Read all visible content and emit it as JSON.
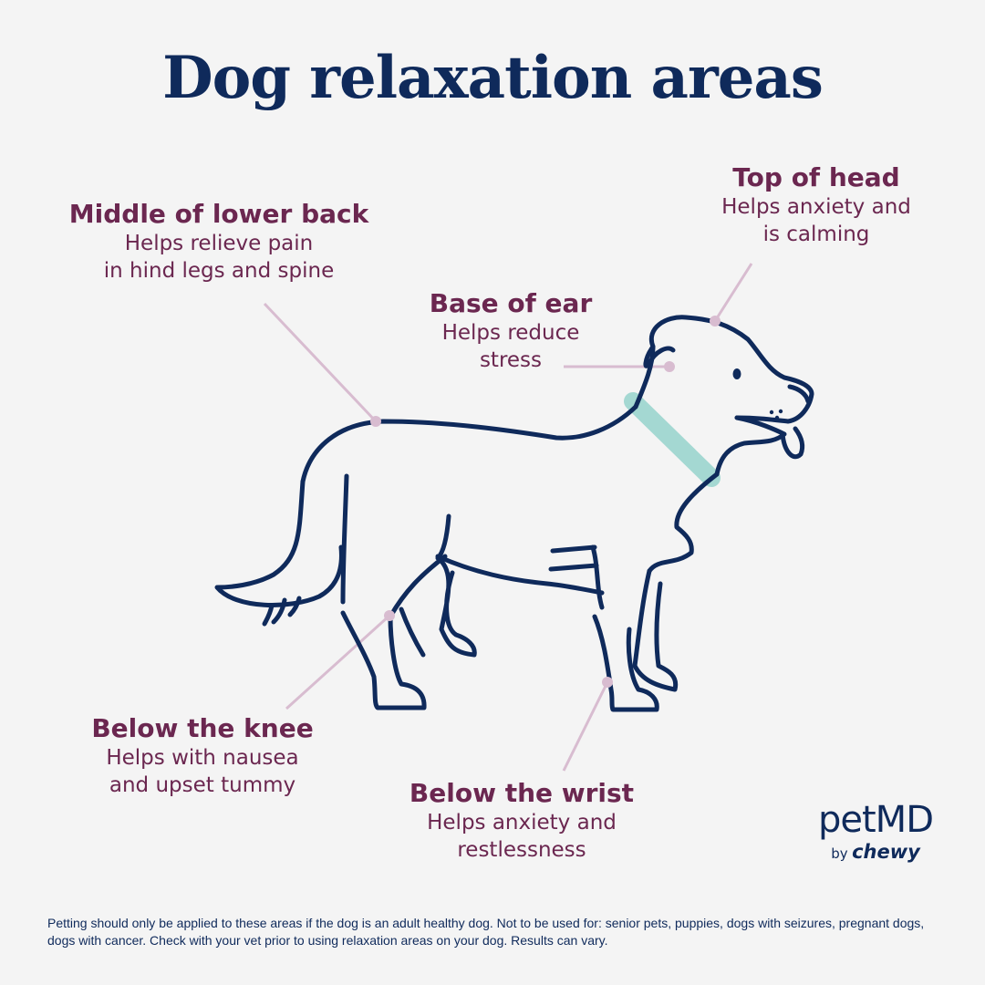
{
  "title": "Dog relaxation areas",
  "colors": {
    "background": "#f4f4f4",
    "title": "#0f2a5b",
    "label": "#6b2750",
    "leader_line": "#d8bcd0",
    "dog_outline": "#0f2a5b",
    "collar": "#a4d8d2"
  },
  "callouts": {
    "lower_back": {
      "heading": "Middle of lower back",
      "description": "Helps relieve pain\nin hind legs and spine"
    },
    "top_head": {
      "heading": "Top of head",
      "description": "Helps anxiety and\nis calming"
    },
    "base_ear": {
      "heading": "Base of ear",
      "description": "Helps reduce\nstress"
    },
    "below_knee": {
      "heading": "Below the knee",
      "description": "Helps with nausea\nand upset tummy"
    },
    "below_wrist": {
      "heading": "Below the wrist",
      "description": "Helps anxiety and\nrestlessness"
    }
  },
  "logo": {
    "brand": "petMD",
    "by": "by",
    "partner": "chewy"
  },
  "disclaimer": "Petting should only be applied to these areas if the dog is an adult healthy dog.  Not to be used for: senior pets, puppies, dogs with seizures, pregnant dogs, dogs with cancer.  Check with your vet prior to using relaxation areas on your dog. Results can vary."
}
